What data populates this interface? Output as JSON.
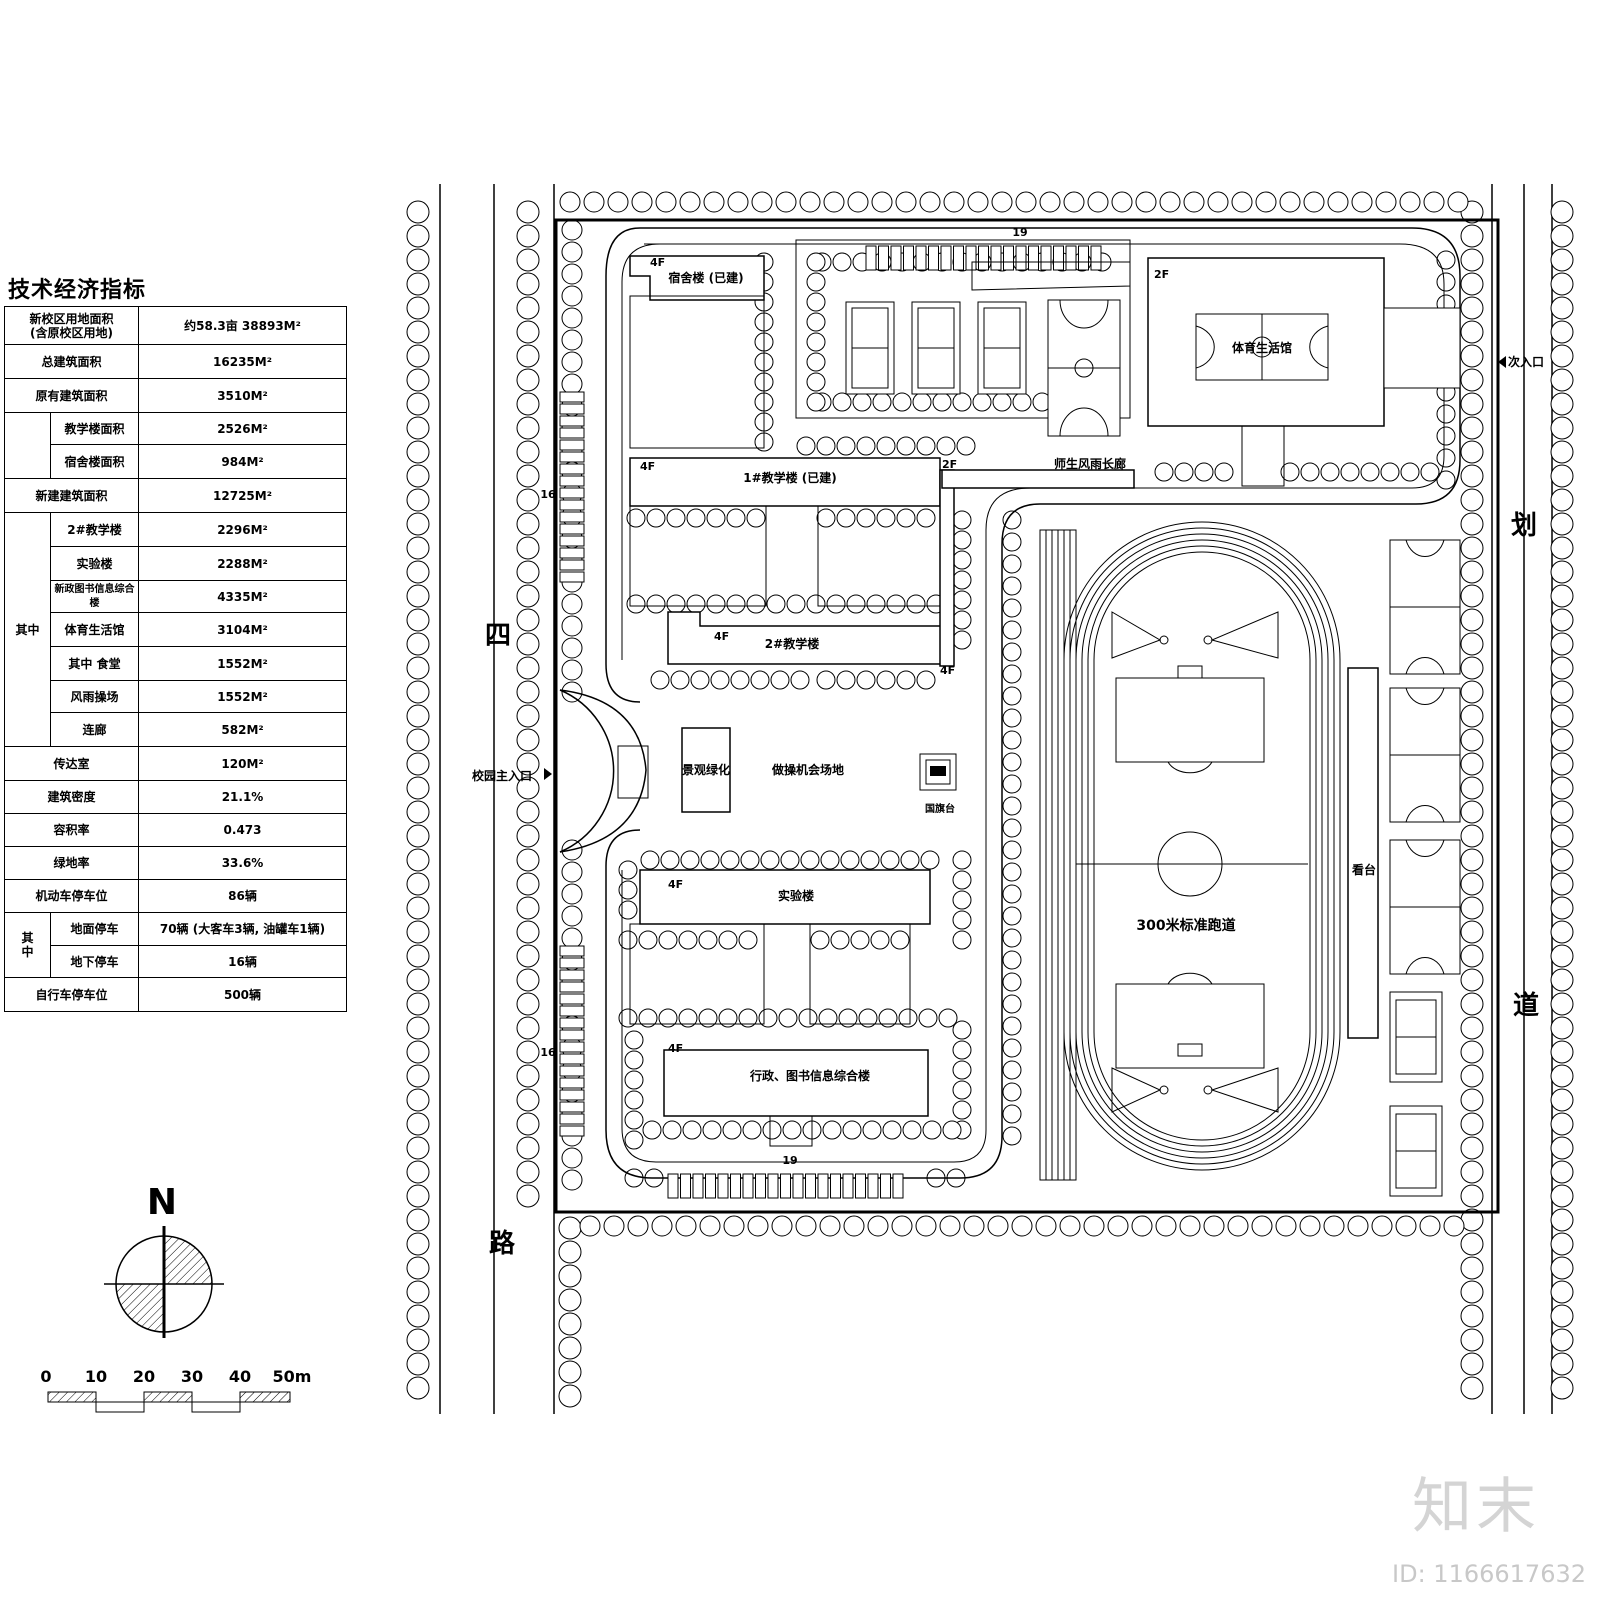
{
  "table": {
    "title": "技术经济指标",
    "rows": [
      {
        "label": "新校区用地面积\n(含原校区用地)",
        "value": "约58.3亩  38893M²"
      },
      {
        "label": "总建筑面积",
        "value": "16235M²"
      },
      {
        "label": "原有建筑面积",
        "value": "3510M²"
      },
      {
        "label": "教学楼面积",
        "value": "2526M²"
      },
      {
        "label": "宿舍楼面积",
        "value": "984M²"
      },
      {
        "label": "新建建筑面积",
        "value": "12725M²"
      },
      {
        "label": "2#教学楼",
        "value": "2296M²"
      },
      {
        "label": "实验楼",
        "value": "2288M²"
      },
      {
        "label": "新政图书信息综合楼",
        "value": "4335M²"
      },
      {
        "label": "体育生活馆",
        "value": "3104M²"
      },
      {
        "label": "其中  食堂",
        "value": "1552M²"
      },
      {
        "label": "风雨操场",
        "value": "1552M²"
      },
      {
        "label": "连廊",
        "value": "582M²"
      },
      {
        "label": "传达室",
        "value": "120M²"
      },
      {
        "label": "建筑密度",
        "value": "21.1%"
      },
      {
        "label": "容积率",
        "value": "0.473"
      },
      {
        "label": "绿地率",
        "value": "33.6%"
      },
      {
        "label": "机动车停车位",
        "value": "86辆"
      },
      {
        "label": "地面停车",
        "value": "70辆 (大客车3辆, 油罐车1辆)"
      },
      {
        "label": "地下停车",
        "value": "16辆"
      },
      {
        "label": "自行车停车位",
        "value": "500辆"
      }
    ],
    "group_label_qizhong": "其中",
    "group_label_qi": "其",
    "group_label_zhong": "中"
  },
  "compass": {
    "north_label": "N"
  },
  "scale_bar": {
    "ticks": [
      "0",
      "10",
      "20",
      "30",
      "40",
      "50m"
    ]
  },
  "roads": {
    "west_char_1": "四",
    "west_char_2": "路",
    "east_char_1": "划",
    "east_char_2": "道"
  },
  "entrances": {
    "main": "校园主入口",
    "secondary": "次入口"
  },
  "buildings": {
    "dorm": "宿舍楼 (已建)",
    "teaching1": "1#教学楼 (已建)",
    "teaching2": "2#教学楼",
    "lab": "实验楼",
    "admin": "行政、图书信息综合楼",
    "gym": "体育生活馆",
    "corridor": "师生风雨长廊",
    "landscape": "景观绿化",
    "exercise": "做操机会场地",
    "flag": "国旗台",
    "stand": "看台",
    "track": "300米标准跑道"
  },
  "floors": {
    "f4": "4F",
    "f2": "2F"
  },
  "parking_counts": {
    "north": "19",
    "south": "19",
    "west_top": "16",
    "west_bottom": "16"
  },
  "watermark": {
    "logo": "知末",
    "id": "ID: 1166617632"
  }
}
